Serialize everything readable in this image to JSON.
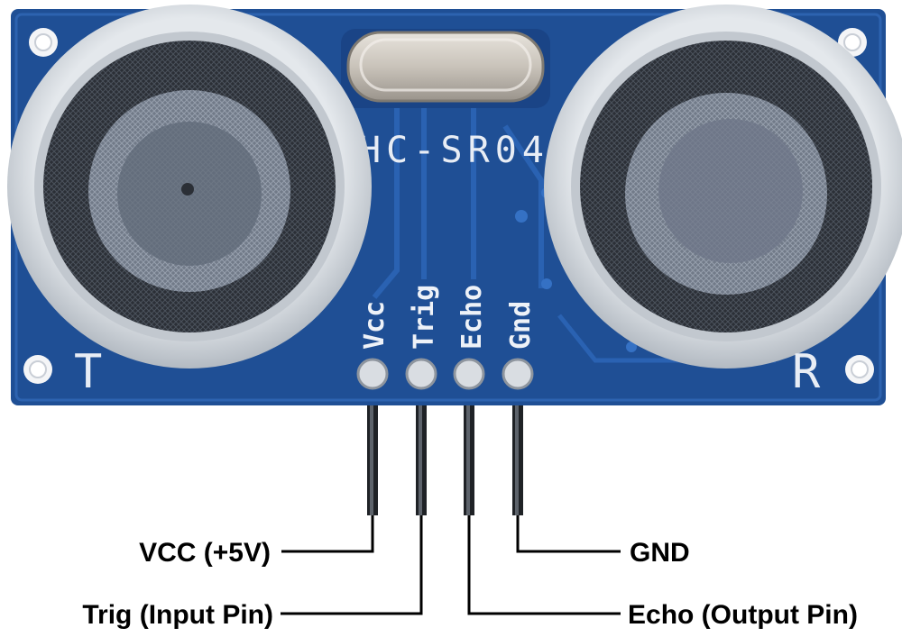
{
  "board": {
    "model_text": "HC-SR04",
    "transmitter_mark": "T",
    "receiver_mark": "R",
    "pins": [
      "Vcc",
      "Trig",
      "Echo",
      "Gnd"
    ]
  },
  "callouts": {
    "vcc": "VCC (+5V)",
    "trig": "Trig (Input Pin)",
    "gnd": "GND",
    "echo": "Echo (Output Pin)"
  },
  "colors": {
    "pcb": "#1f4f95",
    "pcb_dark": "#173c78",
    "transducer_ring": "#d4d9df",
    "pin_metal": "#b9bec4"
  }
}
